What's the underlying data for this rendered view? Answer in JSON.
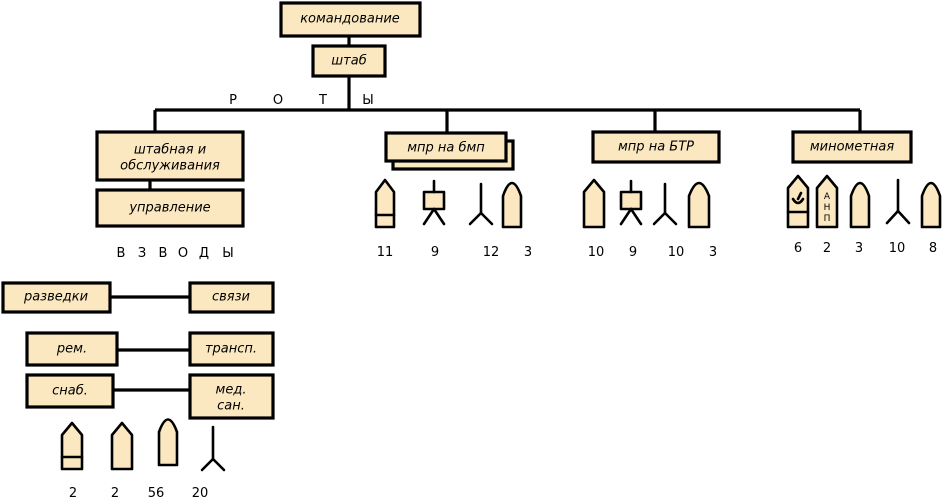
{
  "boxes": {
    "command": "командование",
    "staff": "штаб",
    "hq_company_line1": "штабная и",
    "hq_company_line2": "обслуживания",
    "control": "управление",
    "mpr_bmp": "мпр на бмп",
    "mpr_btr": "мпр на БТР",
    "mortar": "минометная",
    "recon": "разведки",
    "signals": "связи",
    "repair": "рем.",
    "transport": "трансп.",
    "supply": "снаб.",
    "medical_line1": "мед.",
    "medical_line2": "сан."
  },
  "labels": {
    "companies": [
      "Р",
      "О",
      "Т",
      "Ы"
    ],
    "platoons": [
      "В",
      "З",
      "В",
      "О",
      "Д",
      "Ы"
    ]
  },
  "counts": {
    "bmp": [
      "11",
      "9",
      "12",
      "3"
    ],
    "btr": [
      "10",
      "9",
      "10",
      "3"
    ],
    "mortar": [
      "6",
      "2",
      "3",
      "10",
      "8"
    ],
    "platoons": [
      "2",
      "2",
      "56",
      "20"
    ]
  },
  "symbol_letters": {
    "anp": [
      "А",
      "Н",
      "П"
    ]
  }
}
